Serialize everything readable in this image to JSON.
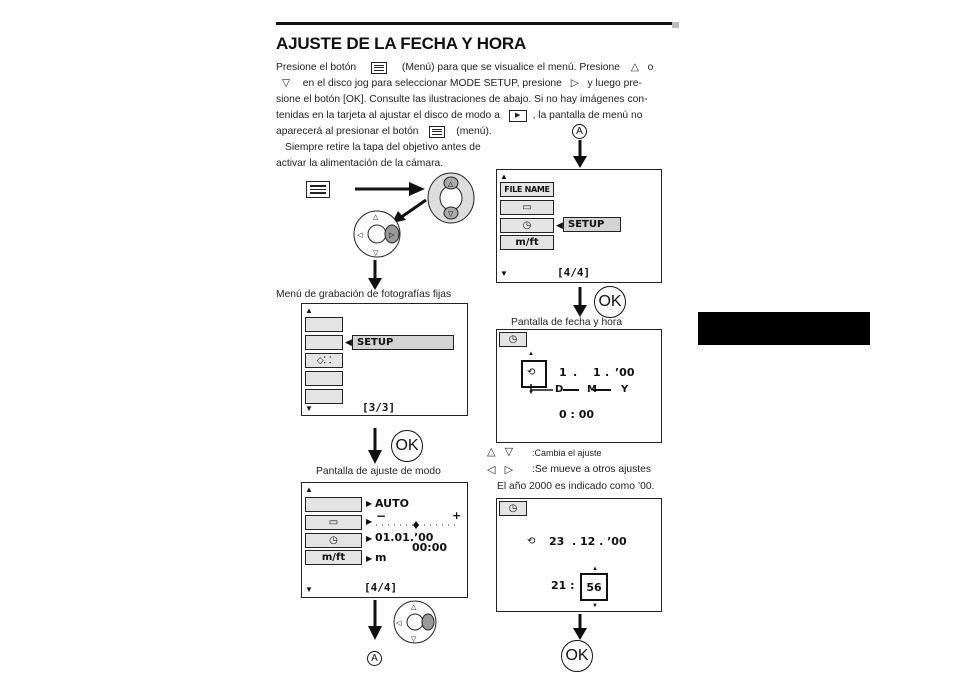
{
  "section": {
    "title": "AJUSTE DE LA FECHA Y HORA",
    "paragraph": {
      "l1a": "Presione el botón",
      "l1b": "(Menú) para que se visualice el menú. Presione",
      "l1c": "o",
      "l2": "en el disco jog para seleccionar MODE SETUP, presione",
      "l2b": "y luego pre-",
      "l3": "sione el botón [OK]. Consulte las ilustraciones de abajo. Si no hay imágenes con-",
      "l4a": "tenidas en la tarjeta al ajustar el disco de modo a",
      "l4b": ", la pantalla de menú no",
      "l5a": "aparecerá al presionar el botón",
      "l5b": "(menú).",
      "l6": "Siempre retire la tapa del objetivo antes de",
      "l7": "activar la alimentación de la cámara."
    }
  },
  "captions": {
    "rec_menu": "Menú de grabación de fotografías fijas",
    "mode_setup": "Pantalla de ajuste de modo",
    "date_screen": "Pantalla de fecha y hora",
    "up_down": ":Cambia el ajuste",
    "left_right": ":Se mueve a otros ajustes",
    "year_note": "El año 2000 es indicado como ’00."
  },
  "screens": {
    "rec": {
      "setup": "SETUP",
      "page": "[3/3]"
    },
    "mode": {
      "auto": "AUTO",
      "minus": "−",
      "plus": "+",
      "date": "01.01.’00",
      "time": "00:00",
      "unit": "m",
      "mft": "m/ft",
      "page": "[4/4]"
    },
    "menu44": {
      "filename": "FILE NAME",
      "setup": "SETUP",
      "mft": "m/ft",
      "page": "[4/4]"
    },
    "date_set": {
      "day": "1",
      "month": "1",
      "year": "’00",
      "d": "D",
      "m": "M",
      "y": "Y",
      "time": "0 : 00"
    },
    "date_done": {
      "date": "23  . 12 . ’00",
      "hour": "21 :",
      "minute": "56"
    }
  },
  "labels": {
    "ok": "OK",
    "a": "A"
  }
}
